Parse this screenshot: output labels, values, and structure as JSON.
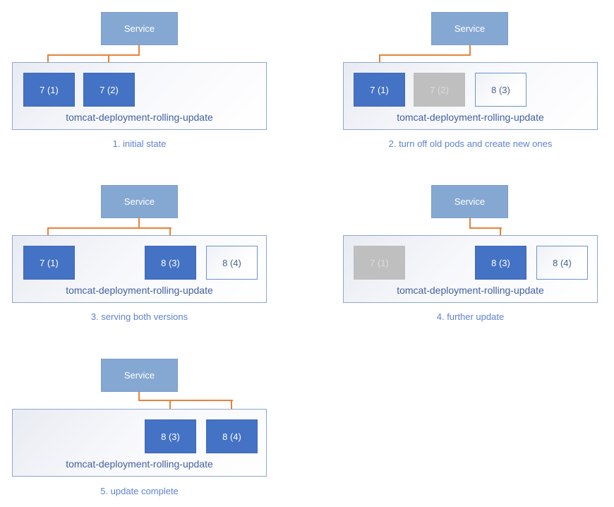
{
  "colors": {
    "pod_active": "#4472C4",
    "pod_terminated": "#BFBFBF",
    "pod_new_border": "#6E93CE",
    "service_fill": "#85A8D2",
    "arrow": "#E8813A",
    "container_border": "#8FA5CF",
    "deployment_label_text": "#44609F",
    "caption_text": "#5E82CE"
  },
  "panels": [
    {
      "caption": "1. initial state",
      "service_label": "Service",
      "deployment_label": "tomcat-deployment-rolling-update",
      "arrows_to": [
        "7 (1)",
        "7 (2)"
      ],
      "pods": [
        {
          "label": "7 (1)",
          "state": "active"
        },
        {
          "label": "7 (2)",
          "state": "active"
        }
      ]
    },
    {
      "caption": "2. turn off old pods and create new ones",
      "service_label": "Service",
      "deployment_label": "tomcat-deployment-rolling-update",
      "arrows_to": [
        "7 (1)"
      ],
      "pods": [
        {
          "label": "7 (1)",
          "state": "active"
        },
        {
          "label": "7 (2)",
          "state": "terminated"
        },
        {
          "label": "8 (3)",
          "state": "new"
        }
      ]
    },
    {
      "caption": "3. serving both versions",
      "service_label": "Service",
      "deployment_label": "tomcat-deployment-rolling-update",
      "arrows_to": [
        "7 (1)",
        "8 (3)"
      ],
      "pods": [
        {
          "label": "7 (1)",
          "state": "active"
        },
        {
          "label": "8 (3)",
          "state": "active"
        },
        {
          "label": "8 (4)",
          "state": "new"
        }
      ]
    },
    {
      "caption": "4. further update",
      "service_label": "Service",
      "deployment_label": "tomcat-deployment-rolling-update",
      "arrows_to": [
        "8 (3)"
      ],
      "pods": [
        {
          "label": "7 (1)",
          "state": "terminated"
        },
        {
          "label": "8 (3)",
          "state": "active"
        },
        {
          "label": "8 (4)",
          "state": "new"
        }
      ]
    },
    {
      "caption": "5. update complete",
      "service_label": "Service",
      "deployment_label": "tomcat-deployment-rolling-update",
      "arrows_to": [
        "8 (3)",
        "8 (4)"
      ],
      "pods": [
        {
          "label": "8 (3)",
          "state": "active"
        },
        {
          "label": "8 (4)",
          "state": "active"
        }
      ]
    }
  ]
}
